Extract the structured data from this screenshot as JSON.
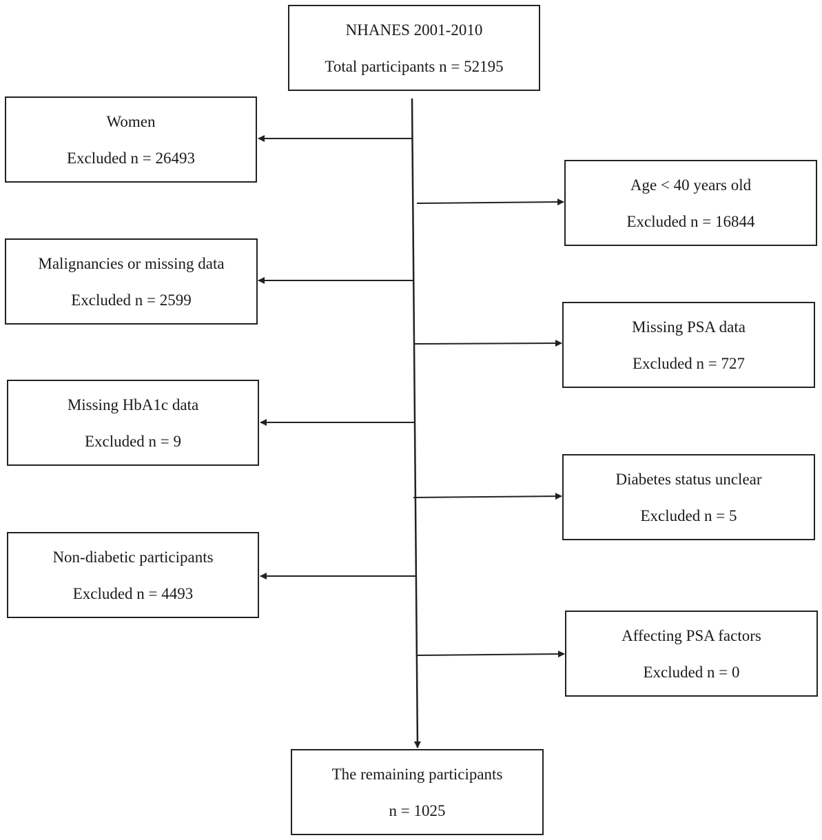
{
  "top": {
    "line1": "NHANES 2001-2010",
    "line2": "Total participants n = 52195"
  },
  "left_exclusions": [
    {
      "line1": "Women",
      "line2": "Excluded n = 26493"
    },
    {
      "line1": "Malignancies or missing data",
      "line2": "Excluded n = 2599"
    },
    {
      "line1": "Missing HbA1c data",
      "line2": "Excluded n = 9"
    },
    {
      "line1": "Non-diabetic participants",
      "line2": "Excluded n = 4493"
    }
  ],
  "right_exclusions": [
    {
      "line1": "Age < 40 years old",
      "line2": "Excluded n = 16844"
    },
    {
      "line1": "Missing PSA data",
      "line2": "Excluded n = 727"
    },
    {
      "line1": "Diabetes status unclear",
      "line2": "Excluded n = 5"
    },
    {
      "line1": "Affecting PSA factors",
      "line2": "Excluded n = 0"
    }
  ],
  "bottom": {
    "line1": "The remaining participants",
    "line2": "n = 1025"
  },
  "colors": {
    "line": "#222222",
    "text": "#1a1a1a",
    "background": "#ffffff"
  }
}
